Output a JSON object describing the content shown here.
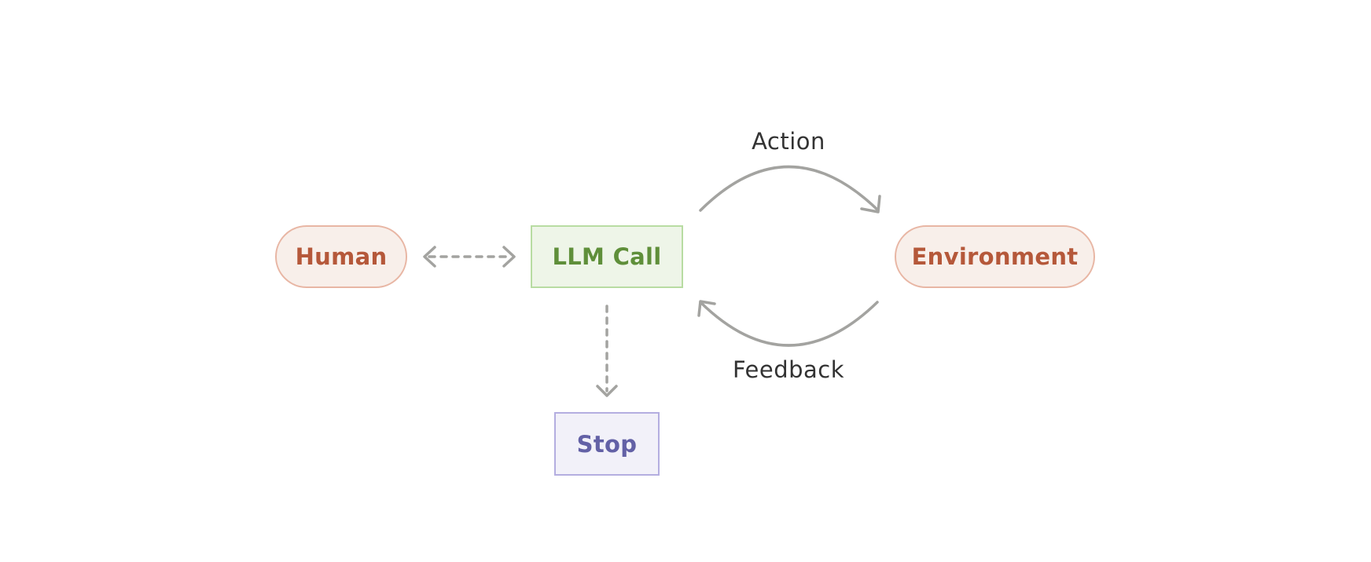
{
  "nodes": {
    "human": "Human",
    "llm_call": "LLM Call",
    "environment": "Environment",
    "stop": "Stop"
  },
  "edges": {
    "action": "Action",
    "feedback": "Feedback"
  },
  "colors": {
    "human_fill": "#f8efea",
    "human_stroke": "#e8b6a4",
    "human_text": "#b5583a",
    "llm_fill": "#eef5e8",
    "llm_stroke": "#b8dca2",
    "llm_text": "#5f8f3a",
    "stop_fill": "#f2f1f9",
    "stop_stroke": "#b4aee0",
    "stop_text": "#6361a6",
    "arrow": "#a3a3a0",
    "label_text": "#333333"
  }
}
